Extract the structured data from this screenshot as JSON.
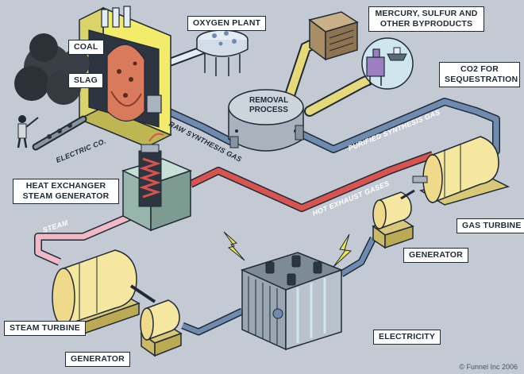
{
  "labels": {
    "oxygen_plant": "OXYGEN PLANT",
    "byproducts": "MERCURY, SULFUR AND OTHER BYPRODUCTS",
    "co2": "CO2 FOR SEQUESTRATION",
    "coal": "COAL",
    "slag": "SLAG",
    "removal_process": "REMOVAL PROCESS",
    "heat_exchanger": "HEAT EXCHANGER STEAM GENERATOR",
    "gas_turbine": "GAS TURBINE",
    "generator_right": "GENERATOR",
    "steam_turbine": "STEAM TURBINE",
    "generator_bottom": "GENERATOR",
    "electricity": "ELECTRICITY"
  },
  "pipe_text": {
    "raw_synthesis_gas": "RAW SYNTHESIS GAS",
    "purified_synthesis_gas": "PURIFIED SYNTHESIS GAS",
    "hot_exhaust_gases": "HOT EXHAUST GASES",
    "steam": "STEAM",
    "electric_co": "ELECTRIC CO."
  },
  "copyright": "© Funnel Inc 2006",
  "colors": {
    "background": "#c3cad4",
    "pipe_blue": "#6f8cb0",
    "pipe_red": "#d9534f",
    "pipe_steam": "#f1b9c5",
    "machine_yellow": "#f5e6a0",
    "gasifier_yellow": "#f3ec6a",
    "tank_gray": "#a9b2bd",
    "outline": "#1f2a36"
  },
  "icons": [
    "lightning-bolt-icon",
    "coal-pile-icon",
    "worker-icon",
    "ship-icon"
  ]
}
